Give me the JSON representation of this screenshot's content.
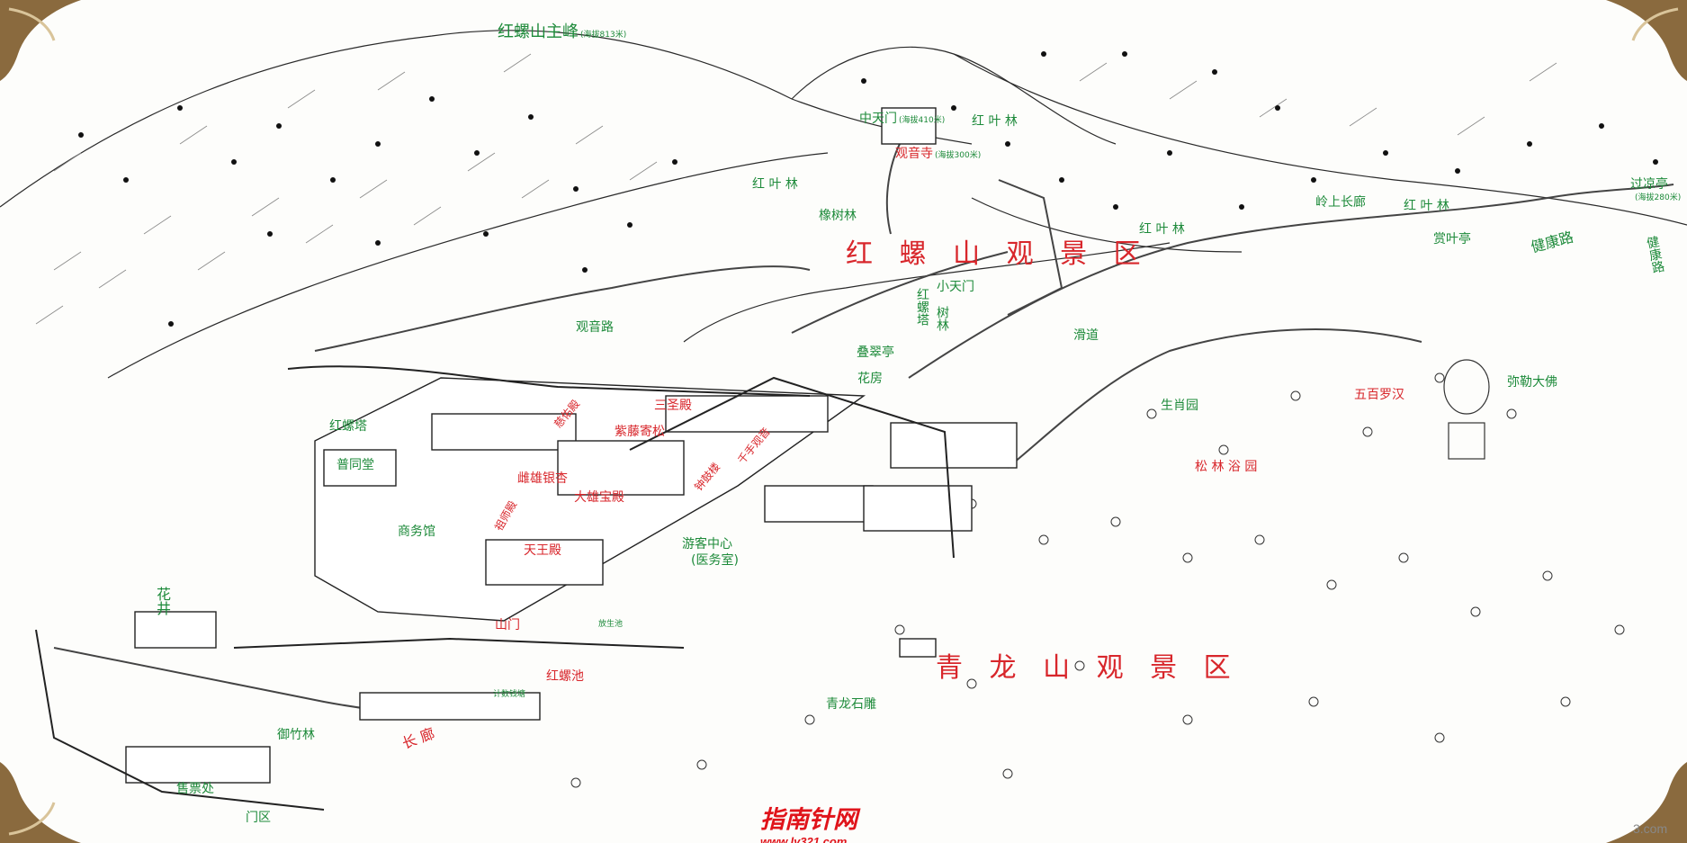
{
  "map": {
    "title_regions": {
      "hongluo_area": "红 螺 山 观 景 区",
      "qinglong_area": "青 龙 山 观 景 区"
    },
    "peak": {
      "name": "红螺山主峰",
      "elevation": "(海拔813米)"
    },
    "zhongtianmen": {
      "name": "中天门",
      "elevation": "(海拔410米)"
    },
    "guanyinsi": {
      "name": "观音寺",
      "elevation": "(海拔300米)"
    },
    "guoliangting": {
      "name": "过凉亭",
      "elevation": "(海拔280米)"
    },
    "green_labels": {
      "hongyelin_1": "红  叶  林",
      "hongyelin_2": "红  叶  林",
      "hongyelin_3": "红  叶  林",
      "hongyelin_4": "红  叶  林",
      "xiangshulin": "橡树林",
      "lingshangchanglang": "岭上长廊",
      "shangyeting": "赏叶亭",
      "jiankanglu": "健康路",
      "jiankanglu2": "健康路",
      "xiaotianmen": "小天门",
      "guanyinlu": "观音路",
      "hongluotashulin": "红螺塔",
      "shulin": "树林",
      "diecuiting": "叠翠亭",
      "huadao": "滑道",
      "shengxiaoyuan": "生肖园",
      "mileidafo": "弥勒大佛",
      "hongluota": "红螺塔",
      "putongtang": "普同堂",
      "shangwuguan": "商务馆",
      "youkezhongxin": "游客中心",
      "yiwushi": "(医务室)",
      "huafang": "花房",
      "huajing": "花井",
      "shanmen": "山门",
      "yuzhulin": "御竹林",
      "shoupiaochu": "售票处",
      "menqu": "门区",
      "qinglongshidiao": "青龙石雕",
      "jizhishuinian": "计数钱塘",
      "fangsheng": "放生池"
    },
    "red_labels": {
      "sanshengdian": "三圣殿",
      "ziteng": "紫藤寄松",
      "ciyou": "慈佑殿",
      "cixiongyinxing": "雌雄银杏",
      "dabaodian": "大雄宝殿",
      "jiantandian": "钟鼓楼",
      "qianshou": "千手观音",
      "zushidian": "祖师殿",
      "tianwangdian": "天王殿",
      "wubailuohan": "五百罗汉",
      "songlinyuyuan": "松  林  浴  园",
      "hongluochi": "红螺池",
      "changlang": "长  廊"
    },
    "logo": {
      "brand": "指南针网",
      "url": "www.ly321.com",
      "tail": "3.com"
    },
    "colors": {
      "label_green": "#1d8a3a",
      "label_red": "#d8262b",
      "ink": "#222222",
      "paper": "#fdfdfb",
      "frame": "#e9e3d3"
    }
  }
}
